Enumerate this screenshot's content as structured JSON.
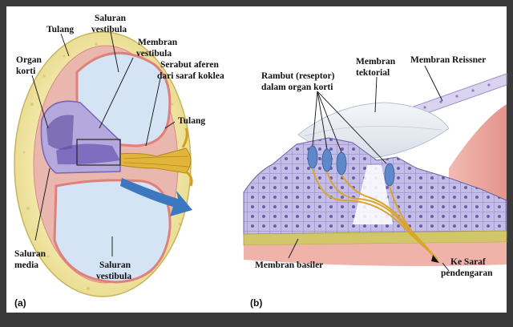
{
  "panel_a": {
    "id": "(a)",
    "labels": {
      "tulang_top": "Tulang",
      "saluran_vestibula_top_1": "Saluran",
      "saluran_vestibula_top_2": "vestibula",
      "membran_vestibula_1": "Membran",
      "membran_vestibula_2": "vestibula",
      "organ_korti_1": "Organ",
      "organ_korti_2": "korti",
      "serabut_1": "Serabut aferen",
      "serabut_2": "dari saraf koklea",
      "tulang_right": "Tulang",
      "saluran_media_1": "Saluran",
      "saluran_media_2": "media",
      "saluran_vestibula_bottom_1": "Saluran",
      "saluran_vestibula_bottom_2": "vestibula"
    }
  },
  "panel_b": {
    "id": "(b)",
    "labels": {
      "rambut_1": "Rambut (reseptor)",
      "rambut_2": "dalam organ korti",
      "membran_tektorial_1": "Membran",
      "membran_tektorial_2": "tektorial",
      "membran_reissner": "Membran Reissner",
      "membran_basiler": "Membran basiler",
      "ke_saraf_1": "Ke Saraf",
      "ke_saraf_2": "pendengaran"
    }
  },
  "colors": {
    "frame_bg": "#3a3a3a",
    "panel_bg": "#ffffff",
    "bone": "#f3e9a6",
    "canal_fluid": "#d4e4f4",
    "tissue_pink": "#e9a7a0",
    "organ_purple": "#9a8ccd",
    "nerve_yellow": "#e1b53c",
    "arrow_blue": "#3c78c0"
  }
}
